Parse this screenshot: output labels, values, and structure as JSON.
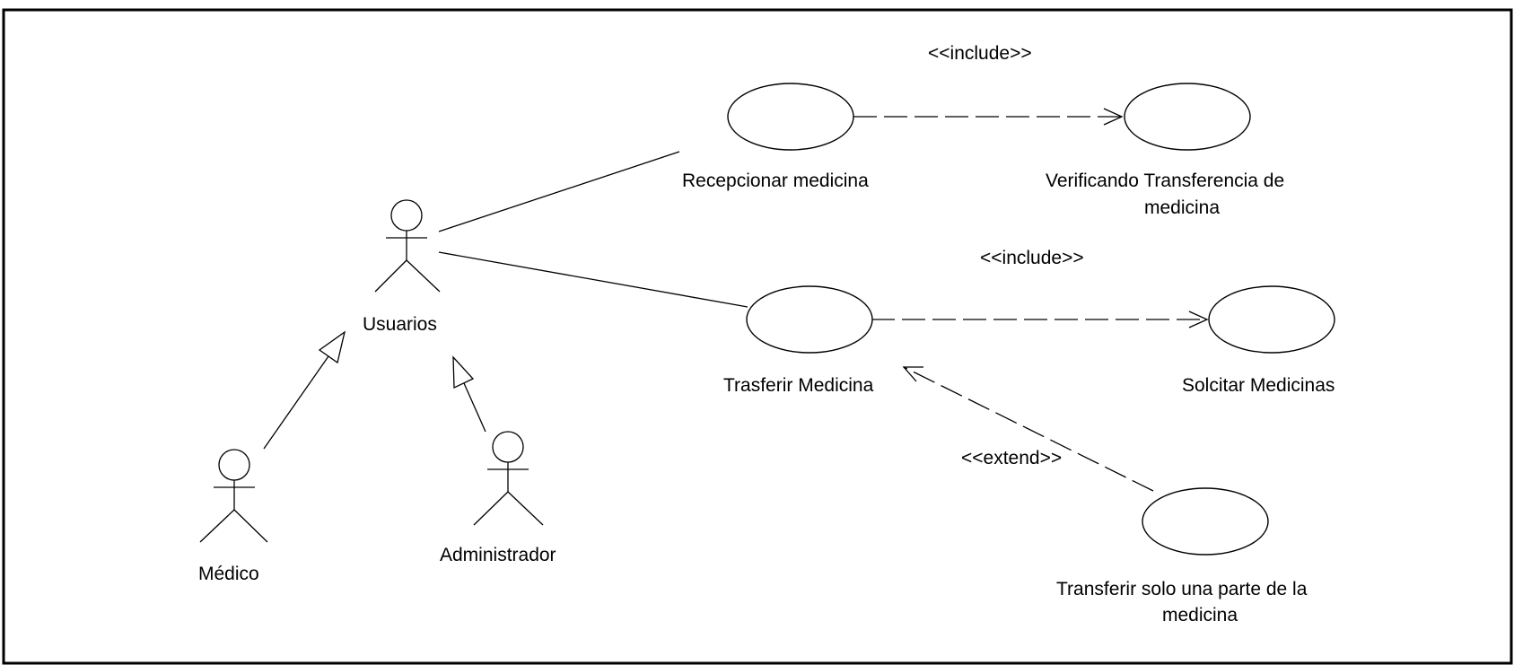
{
  "actors": {
    "usuarios": "Usuarios",
    "medico": "Médico",
    "administrador": "Administrador"
  },
  "use_cases": {
    "recepcionar": "Recepcionar medicina",
    "verificando_line1": "Verificando Transferencia de",
    "verificando_line2": "medicina",
    "trasferir": "Trasferir Medicina",
    "solicitar": "Solcitar Medicinas",
    "transferir_parte_line1": "Transferir solo una parte de la",
    "transferir_parte_line2": "medicina"
  },
  "stereotypes": {
    "include_1": "<<include>>",
    "include_2": "<<include>>",
    "extend": "<<extend>>"
  },
  "colors": {
    "line": "#000000",
    "background": "#ffffff"
  }
}
